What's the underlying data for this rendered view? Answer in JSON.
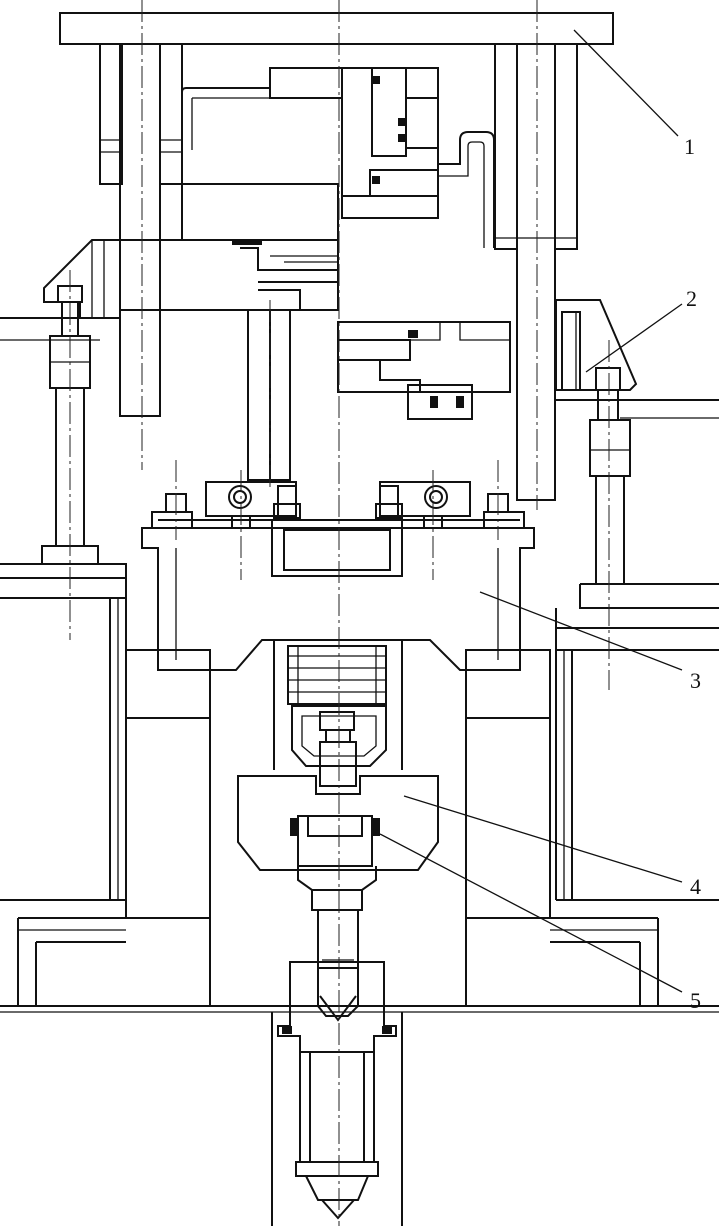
{
  "callouts": {
    "c1": "1",
    "c2": "2",
    "c3": "3",
    "c4": "4",
    "c5": "5"
  },
  "colors": {
    "line": "#111111",
    "paper": "#ffffff"
  }
}
